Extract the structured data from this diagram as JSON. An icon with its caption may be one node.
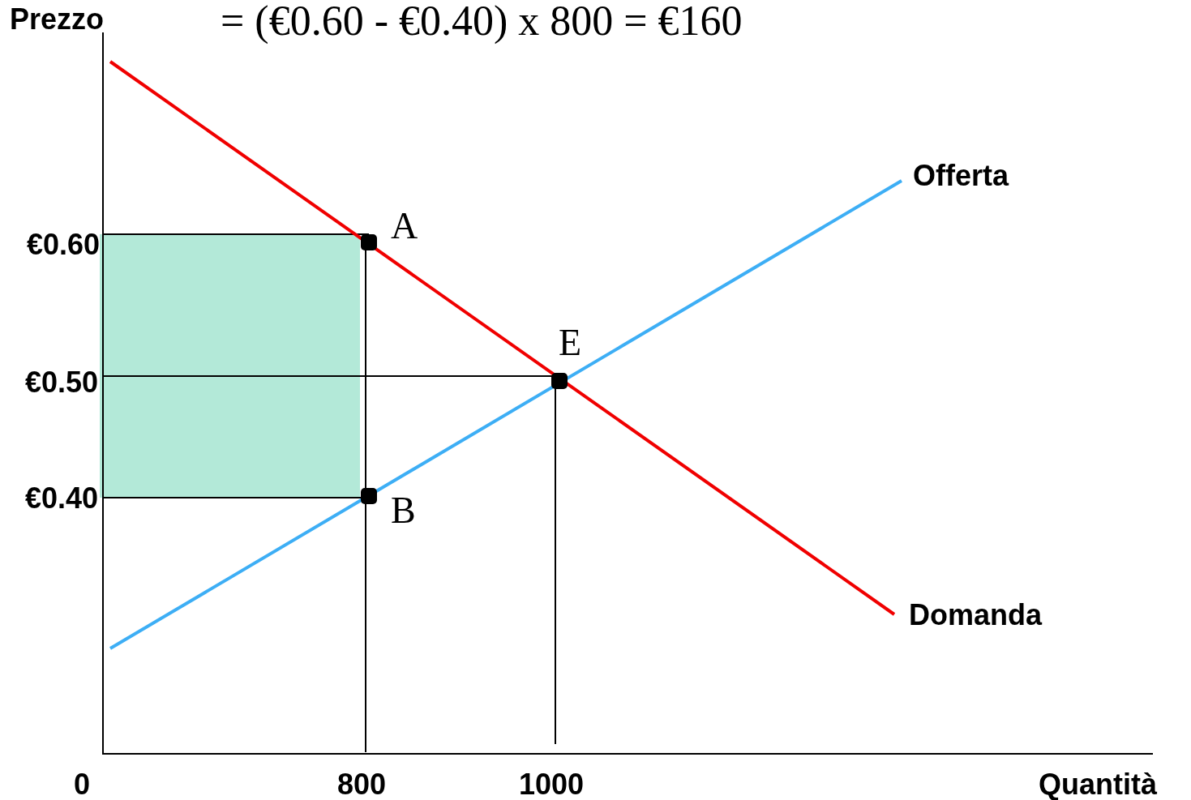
{
  "diagram": {
    "nodes": [
      {
        "text": [],
        "shape": "box"
      }
    ],
    "labels": [
      "= (€0.60 - €0.40) x 800 = €160",
      "Prezzo",
      "€0.60",
      "€0.50",
      "€0.40",
      "A",
      "E",
      "B",
      "Offerta",
      "Domanda",
      "0",
      "800",
      "1000",
      "Quantità"
    ]
  }
}
